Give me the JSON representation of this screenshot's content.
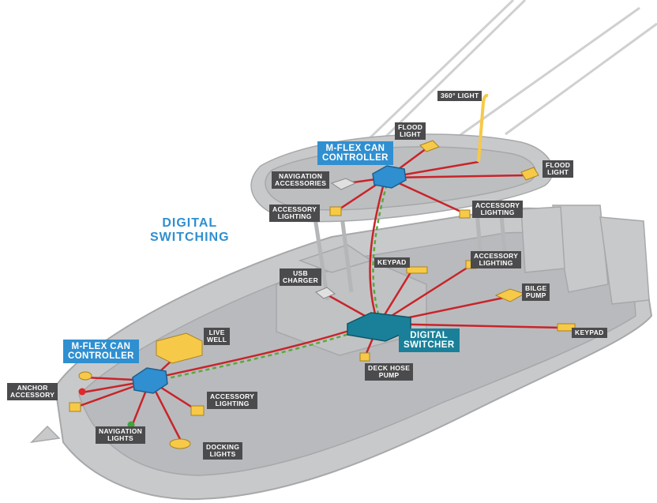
{
  "title": {
    "line1": "DIGITAL",
    "line2": "SWITCHING"
  },
  "colors": {
    "hull": "#c8c9cb",
    "hull_edge": "#a7a8aa",
    "controller": "#2f8fd0",
    "switcher": "#1a8099",
    "wire_red": "#c8242a",
    "wire_green": "#5aa83f",
    "accessory": "#f7c948",
    "label_bg": "#4b4b4d",
    "title": "#2f8fd0"
  },
  "controllers": {
    "top": {
      "line1": "M-FLEX CAN",
      "line2": "CONTROLLER"
    },
    "bow": {
      "line1": "M-FLEX CAN",
      "line2": "CONTROLLER"
    },
    "switcher": {
      "line1": "DIGITAL",
      "line2": "SWITCHER"
    }
  },
  "labels": {
    "light_360": {
      "line1": "360° LIGHT"
    },
    "flood_light_left": {
      "line1": "FLOOD",
      "line2": "LIGHT"
    },
    "flood_light_right": {
      "line1": "FLOOD",
      "line2": "LIGHT"
    },
    "navigation_accessories": {
      "line1": "NAVIGATION",
      "line2": "ACCESSORIES"
    },
    "accessory_lighting_top_left": {
      "line1": "ACCESSORY",
      "line2": "LIGHTING"
    },
    "accessory_lighting_top_right": {
      "line1": "ACCESSORY",
      "line2": "LIGHTING"
    },
    "usb_charger": {
      "line1": "USB",
      "line2": "CHARGER"
    },
    "keypad_center": {
      "line1": "KEYPAD"
    },
    "accessory_lighting_mid": {
      "line1": "ACCESSORY",
      "line2": "LIGHTING"
    },
    "bilge_pump": {
      "line1": "BILGE",
      "line2": "PUMP"
    },
    "keypad_right": {
      "line1": "KEYPAD"
    },
    "live_well": {
      "line1": "LIVE",
      "line2": "WELL"
    },
    "deck_hose_pump": {
      "line1": "DECK HOSE",
      "line2": "PUMP"
    },
    "anchor_accessory": {
      "line1": "ANCHOR",
      "line2": "ACCESSORY"
    },
    "accessory_lighting_bow": {
      "line1": "ACCESSORY",
      "line2": "LIGHTING"
    },
    "navigation_lights": {
      "line1": "NAVIGATION",
      "line2": "LIGHTS"
    },
    "docking_lights": {
      "line1": "DOCKING",
      "line2": "LIGHTS"
    }
  }
}
